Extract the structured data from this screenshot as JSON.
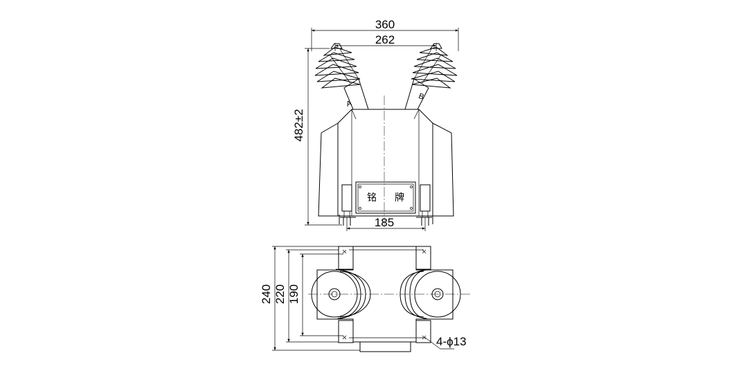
{
  "dimensions": {
    "overall_width": "360",
    "terminal_spacing": "262",
    "overall_height": "482±2",
    "mounting_spacing": "185",
    "depth_overall": "240",
    "depth_mid": "220",
    "depth_holes": "190",
    "holes": "4-ϕ13"
  },
  "labels": {
    "nameplate_left": "铭",
    "nameplate_right": "牌",
    "phase_a": "A",
    "phase_b": "B"
  }
}
